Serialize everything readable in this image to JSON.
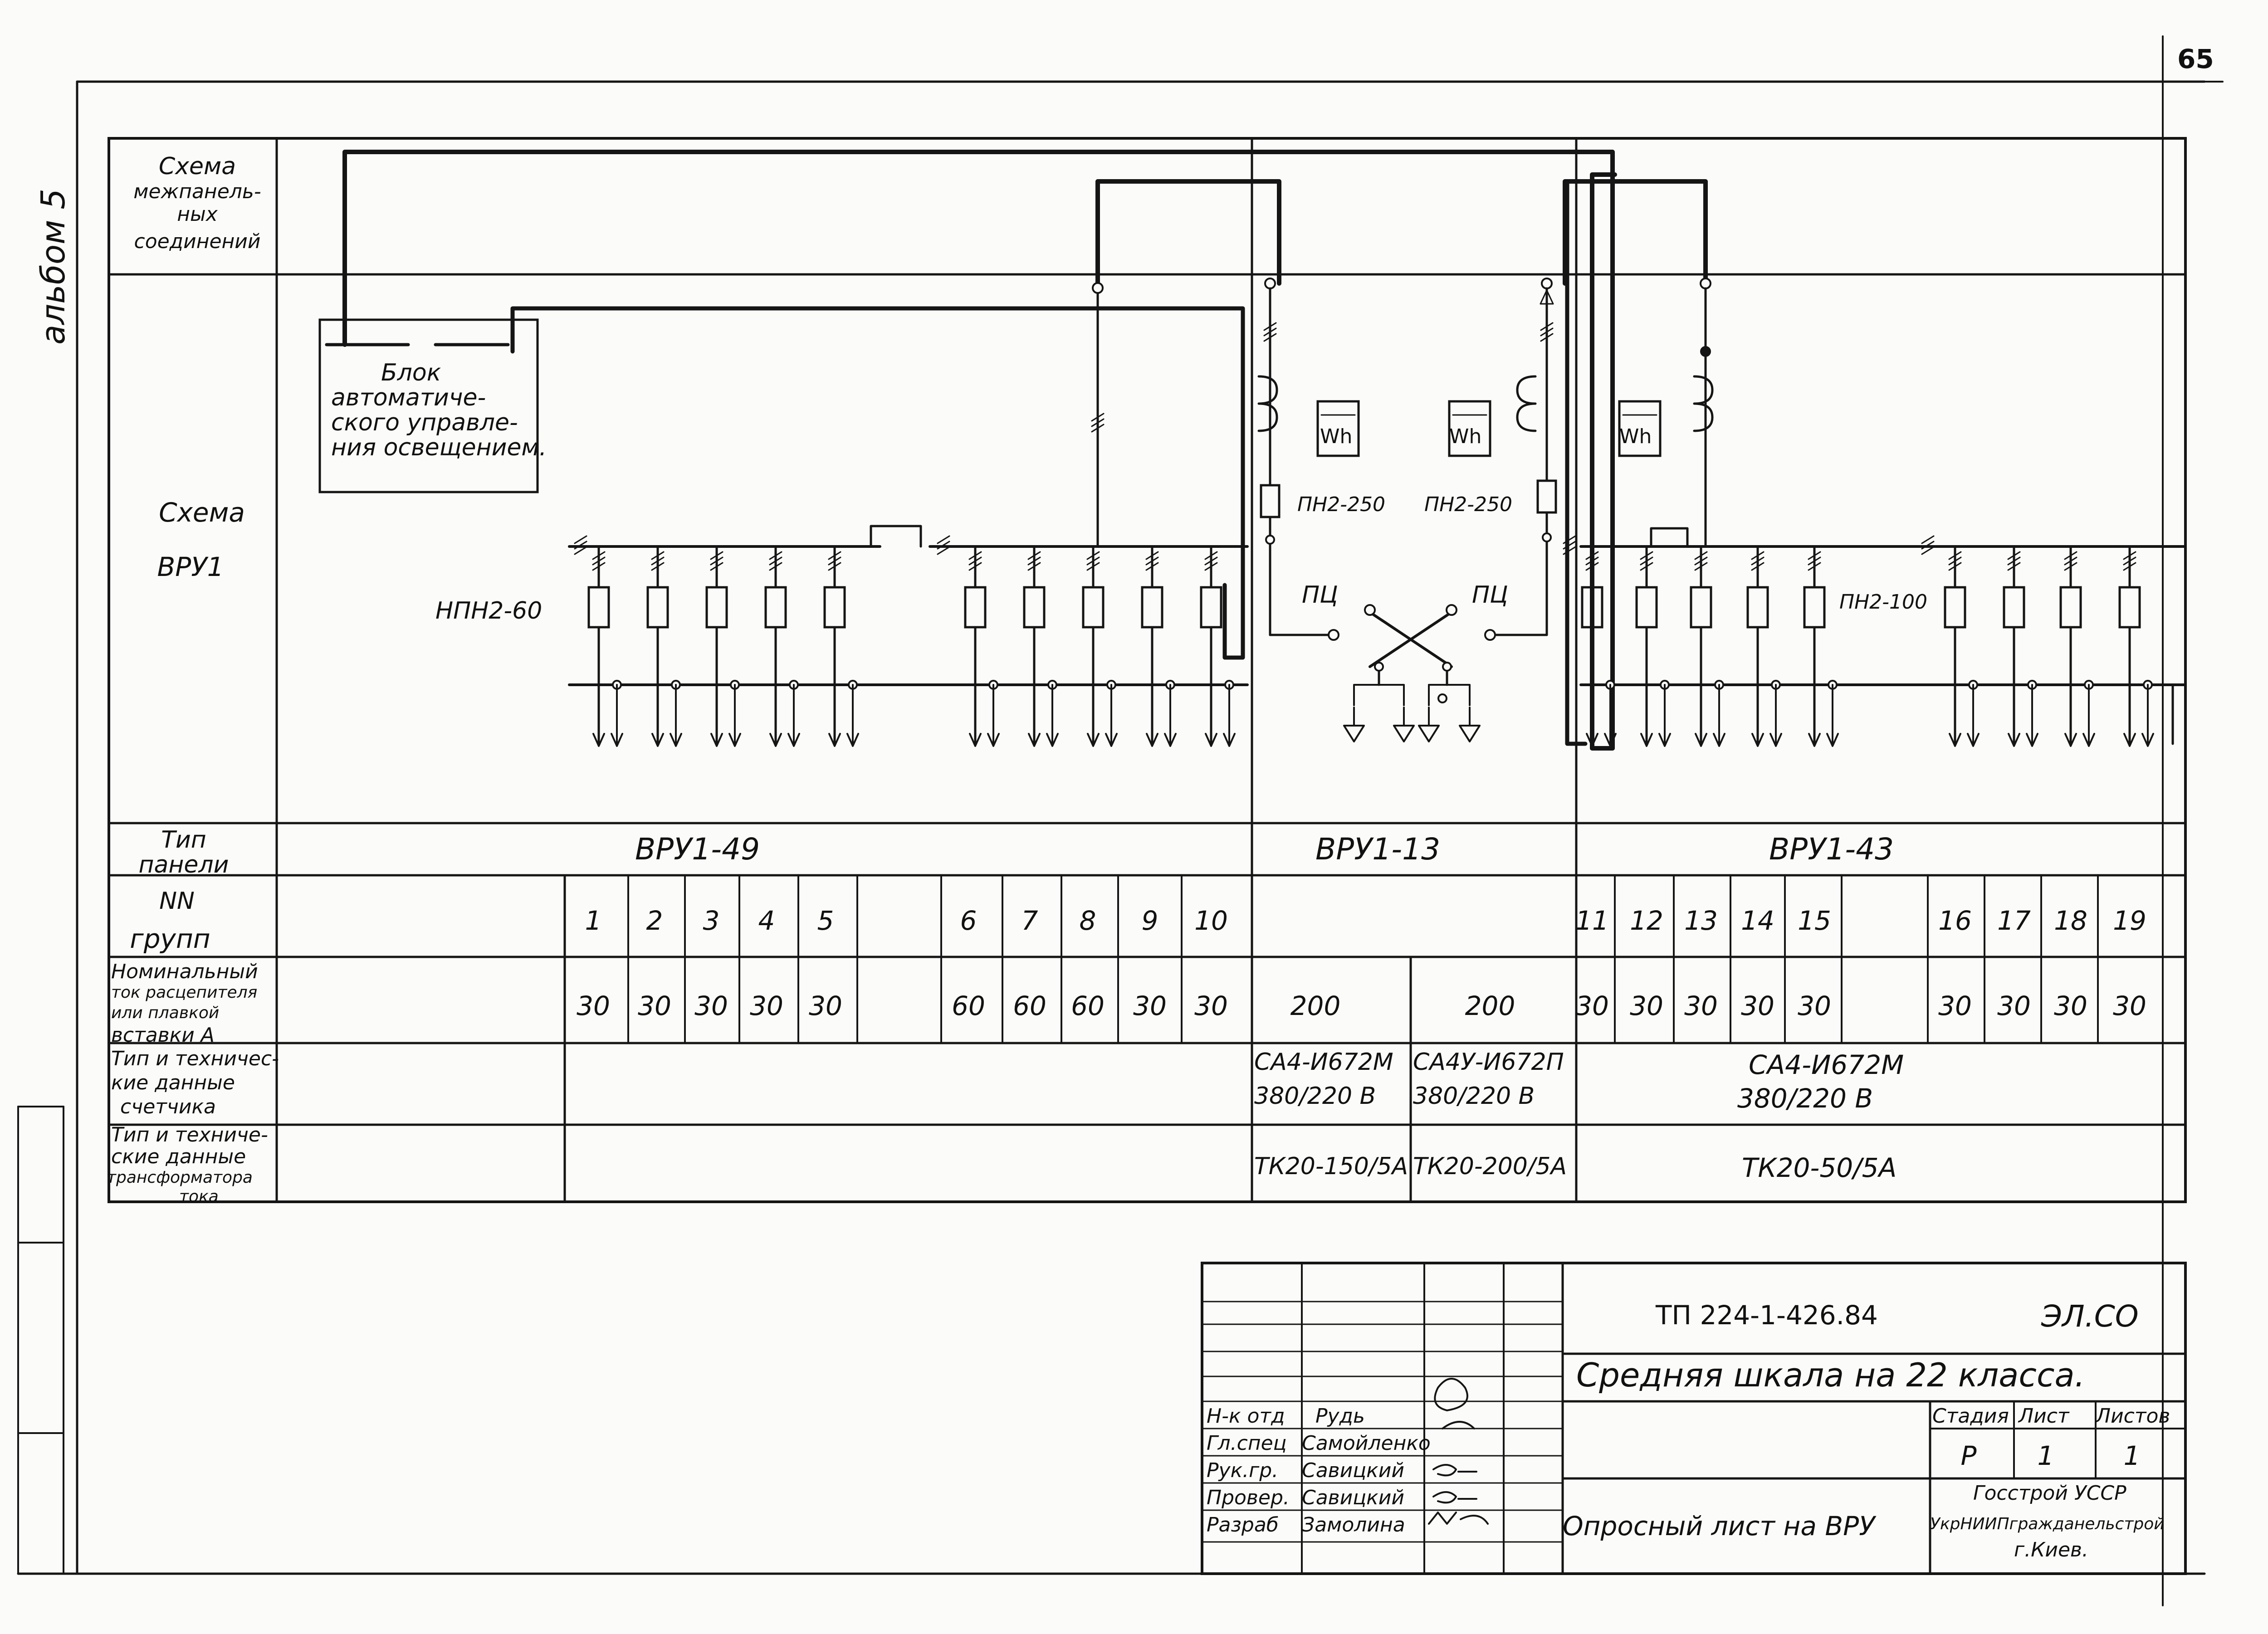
{
  "page_number": "65",
  "album_label": "альбом 5",
  "rows": {
    "interpanel": [
      "Схема",
      "межпанель-",
      "ных",
      "соединений"
    ],
    "scheme": [
      "Схема",
      "ВРУ1"
    ],
    "panel_type": [
      "Тип",
      "панели"
    ],
    "group_nums": [
      "NN",
      "групп"
    ],
    "fuse_current": [
      "Номинальный",
      "ток расцепителя",
      "или плавкой",
      "вставки  А"
    ],
    "meter": [
      "Тип и техничес-",
      "кие данные",
      "счетчика"
    ],
    "transformer": [
      "Тип и техниче-",
      "ские данные",
      "трансформатора",
      "тока"
    ]
  },
  "control_block": [
    "Блок",
    "автоматиче-",
    "ского управле-",
    "ния освещением."
  ],
  "labels": {
    "npn_fuse": "НПН2-60",
    "pn250_left": "ПН2-250",
    "pn250_right": "ПН2-250",
    "pn100": "ПН2-100",
    "pts_left": "ПЦ",
    "pts_right": "ПЦ",
    "wh": "Wh"
  },
  "panels": [
    "ВРУ1-49",
    "ВРУ1-13",
    "ВРУ1-43"
  ],
  "groups_left": [
    "1",
    "2",
    "3",
    "4",
    "5",
    "6",
    "7",
    "8",
    "9",
    "10"
  ],
  "groups_right": [
    "11",
    "12",
    "13",
    "14",
    "15",
    "16",
    "17",
    "18",
    "19"
  ],
  "currents_left": [
    "30",
    "30",
    "30",
    "30",
    "30",
    "60",
    "60",
    "60",
    "30",
    "30"
  ],
  "currents_mid": [
    "200",
    "200"
  ],
  "currents_right": [
    "30",
    "30",
    "30",
    "30",
    "30",
    "30",
    "30",
    "30",
    "30"
  ],
  "meters": {
    "mid1": [
      "СА4-И672М",
      "380/220 В"
    ],
    "mid2": [
      "СА4У-И672П",
      "380/220 В"
    ],
    "right": [
      "СА4-И672М",
      "380/220 В"
    ]
  },
  "transformers": {
    "mid1": "ТК20-150/5А",
    "mid2": "ТК20-200/5А",
    "right": "ТК20-50/5А"
  },
  "title_block": {
    "doc_code": "ТП 224-1-426.84",
    "sheet_code": "ЭЛ.СО",
    "title": "Средняя шкала на 22 класса.",
    "stage_hdr": "Стадия",
    "sheet_hdr": "Лист",
    "sheets_hdr": "Листов",
    "stage": "Р",
    "sheet": "1",
    "sheets": "1",
    "roles": [
      "Н-к отд",
      "Гл.спец",
      "Рук.гр.",
      "Провер.",
      "Разраб"
    ],
    "names": [
      "Рудь",
      "Самойленко",
      "Савицкий",
      "Савицкий",
      "Замолина"
    ],
    "subject": "Опросный лист на ВРУ",
    "org1": "Госстрой УССР",
    "org2": "УкрНИИПгражданельстрой",
    "org3": "г.Киев."
  }
}
